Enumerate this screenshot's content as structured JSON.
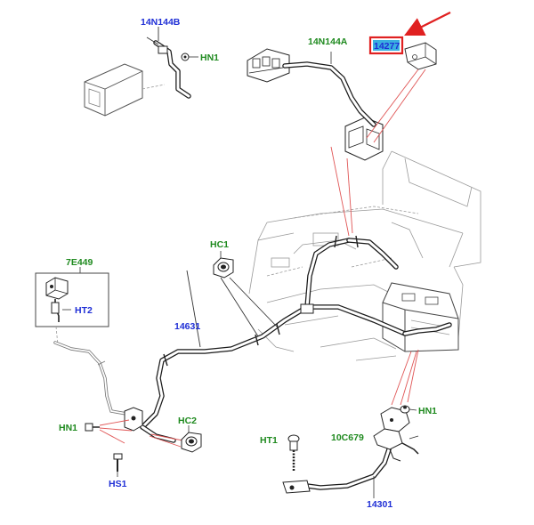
{
  "labels": {
    "p14N144B": "14N144B",
    "hn1_top": "HN1",
    "p14N144A": "14N144A",
    "p14277": "14277",
    "p7E449": "7E449",
    "ht2": "HT2",
    "hc1": "HC1",
    "p14631": "14631",
    "hc2": "HC2",
    "hn1_left": "HN1",
    "hs1": "HS1",
    "ht1": "HT1",
    "p10C679": "10C679",
    "hn1_right": "HN1",
    "p14301": "14301"
  },
  "colors": {
    "part_number_label": "#1f2fd6",
    "fastener_label": "#1f8a1f",
    "highlight_box": "#e02020",
    "highlight_fill": "#3ab0e0",
    "callout_arrow": "#e02020",
    "leader_line": "#e05555"
  }
}
